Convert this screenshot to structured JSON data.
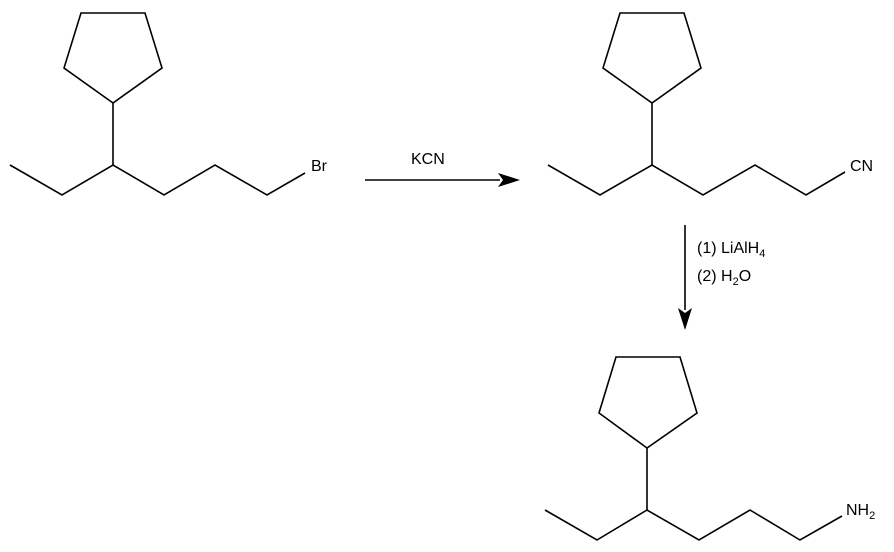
{
  "reaction_scheme": {
    "starting_material": {
      "label": "Br"
    },
    "step1": {
      "reagent": "KCN"
    },
    "intermediate": {
      "label": "CN"
    },
    "step2": {
      "line1_prefix": "(1) LiAlH",
      "line1_sub": "4",
      "line2_prefix": "(2) H",
      "line2_sub": "2",
      "line2_suffix": "O"
    },
    "product": {
      "label_main": "NH",
      "label_sub": "2"
    }
  }
}
